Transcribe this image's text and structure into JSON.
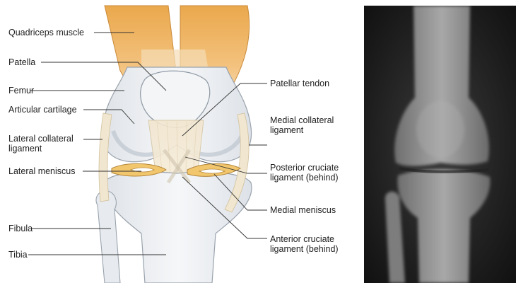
{
  "labels_left": [
    {
      "key": "quadriceps",
      "text": "Quadriceps muscle"
    },
    {
      "key": "patella",
      "text": "Patella"
    },
    {
      "key": "femur",
      "text": "Femur"
    },
    {
      "key": "articular",
      "text": "Articular cartilage"
    },
    {
      "key": "lcl",
      "text": "Lateral collateral ligament"
    },
    {
      "key": "lateral_meniscus",
      "text": "Lateral meniscus"
    },
    {
      "key": "fibula",
      "text": "Fibula"
    },
    {
      "key": "tibia",
      "text": "Tibia"
    }
  ],
  "labels_right": [
    {
      "key": "patellar_tendon",
      "text": "Patellar tendon"
    },
    {
      "key": "mcl",
      "text": "Medial collateral ligament"
    },
    {
      "key": "pcl",
      "text": "Posterior cruciate ligament (behind)"
    },
    {
      "key": "medial_meniscus",
      "text": "Medial meniscus"
    },
    {
      "key": "acl",
      "text": "Anterior cruciate ligament (behind)"
    }
  ],
  "colors": {
    "muscle": "#f0b462",
    "bone": "#eceff3",
    "bone_shadow": "#cfd5dc",
    "meniscus": "#f2c66d",
    "ligament": "#f6ecd6",
    "line": "#333333",
    "xray_dark": "#141414",
    "xray_bone": "#9a9a9a"
  }
}
